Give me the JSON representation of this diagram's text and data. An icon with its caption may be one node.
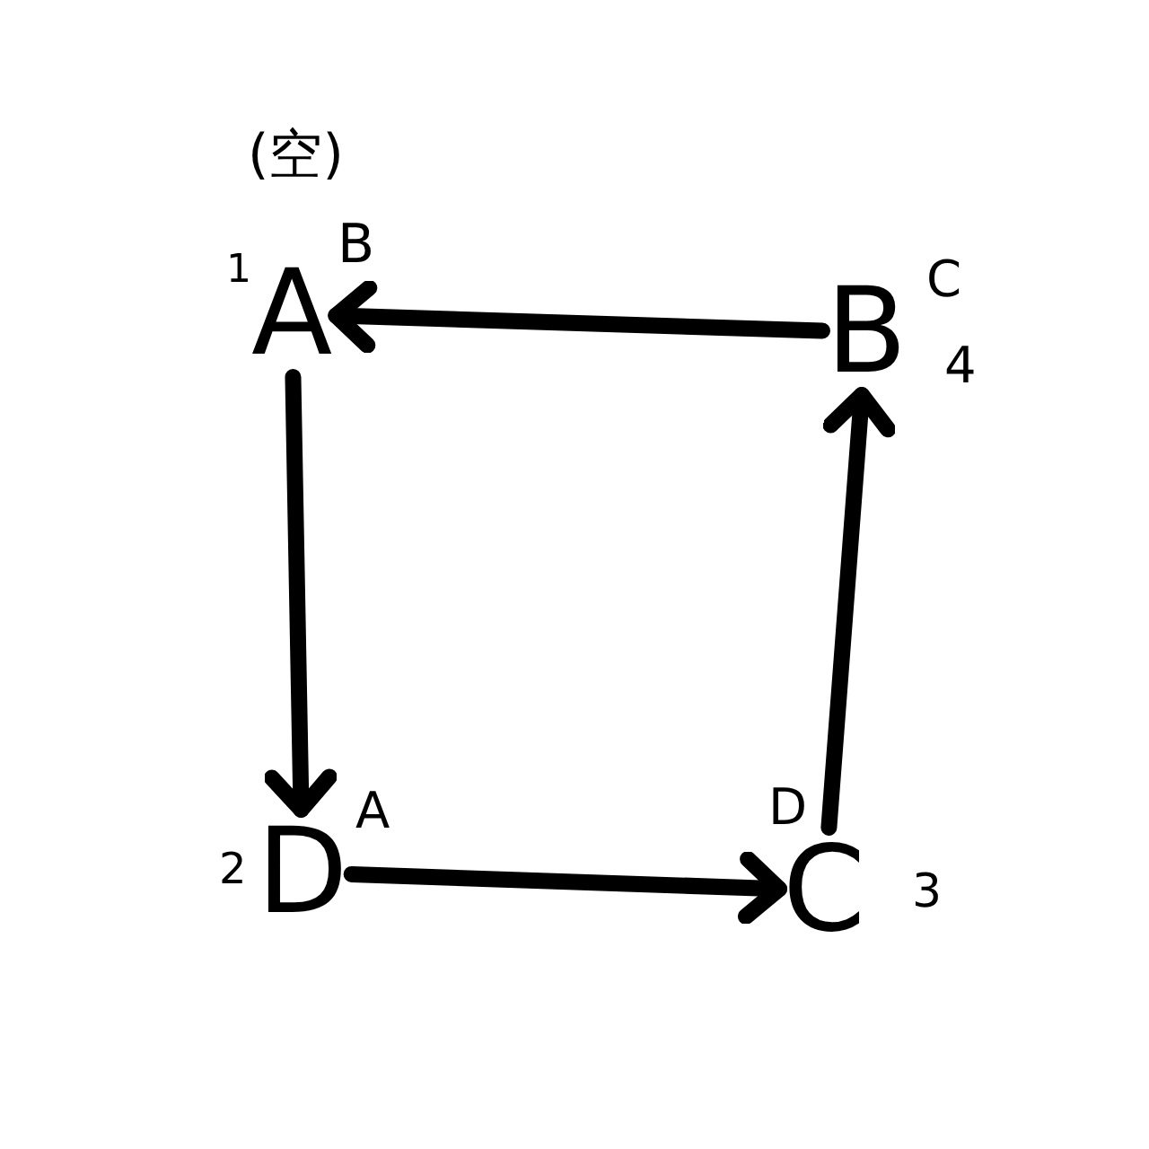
{
  "diagram": {
    "nodes": [
      {
        "text": [
          "A"
        ],
        "beside": [
          "(空)",
          "1",
          "B"
        ]
      },
      {
        "text": [
          "B"
        ],
        "beside": [
          "C",
          "4"
        ]
      },
      {
        "text": [
          "D"
        ],
        "beside": [
          "2",
          "A"
        ]
      },
      {
        "text": [
          "C"
        ],
        "beside": [
          "D",
          "3"
        ]
      }
    ],
    "edges": [
      {
        "from": 1,
        "to": 0,
        "arrow": "to"
      },
      {
        "from": 0,
        "to": 2,
        "arrow": "to"
      },
      {
        "from": 2,
        "to": 3,
        "arrow": "to"
      },
      {
        "from": 3,
        "to": 1,
        "arrow": "to"
      }
    ]
  }
}
